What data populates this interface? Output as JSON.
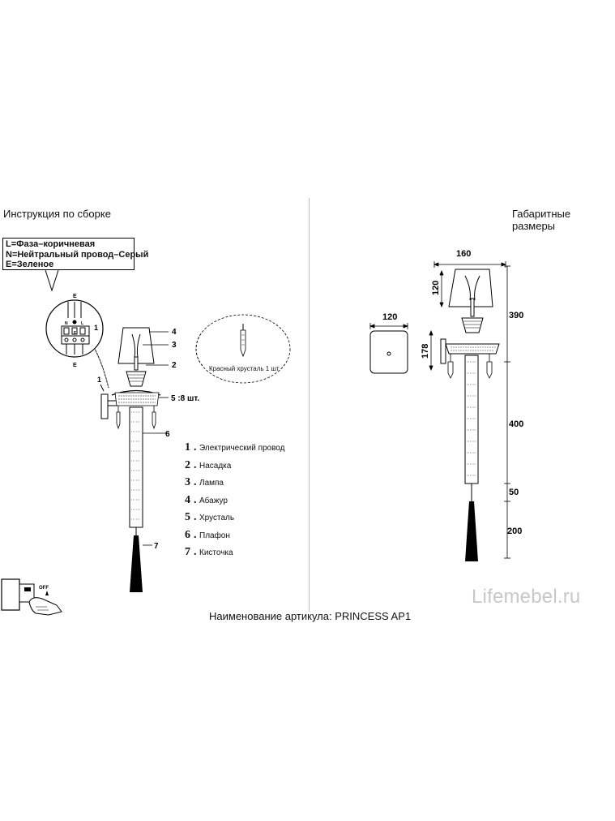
{
  "headers": {
    "assembly": "Инструкция по сборке",
    "dimensions": "Габаритные размеры"
  },
  "wiring_legend": [
    "L=Фаза–коричневая",
    "N=Нейтральный провод–Серый",
    "E=Зеленое"
  ],
  "terminal_labels": {
    "top": "E",
    "bottom": "E",
    "n": "N",
    "l": "L",
    "e_mid": "E",
    "callout": "1"
  },
  "callouts": {
    "c1": "1",
    "c2": "2",
    "c3": "3",
    "c4": "4",
    "c5": "5 :8 шт.",
    "c6": "6",
    "c7": "7"
  },
  "crystal_note": "Красный хрусталь 1 шт",
  "parts": [
    {
      "num": "1",
      "label": "Электрический провод"
    },
    {
      "num": "2",
      "label": "Насадка"
    },
    {
      "num": "3",
      "label": "Лампа"
    },
    {
      "num": "4",
      "label": "Абажур"
    },
    {
      "num": "5",
      "label": "Хрусталь"
    },
    {
      "num": "6",
      "label": "Плафон"
    },
    {
      "num": "7",
      "label": "Кисточка"
    }
  ],
  "dimensions": {
    "shade_width": "160",
    "shade_height": "120",
    "base_width": "120",
    "bracket_height": "178",
    "top_section": "390",
    "rod_length": "400",
    "cap_length": "50",
    "tassel_length": "200"
  },
  "watermark": "Lifemebel.ru",
  "article": "Наименование артикула: PRINCESS AP1"
}
